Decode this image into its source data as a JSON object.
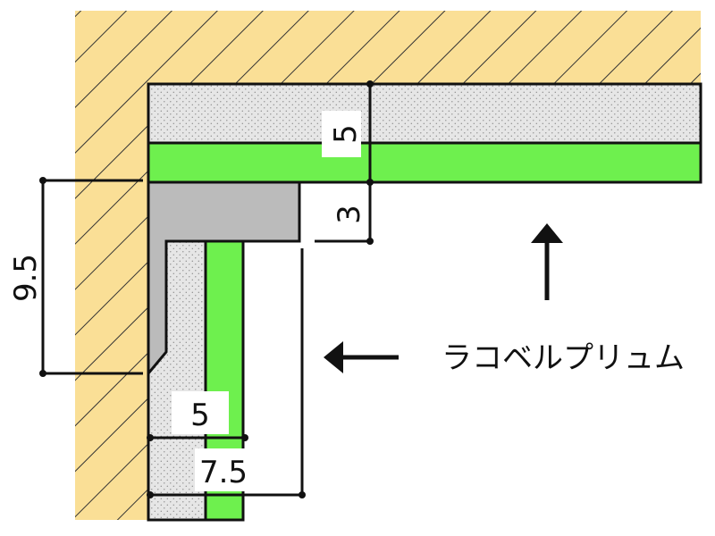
{
  "product_label": "ラコベルプリュム",
  "dimensions": {
    "top_panel_thickness": "5",
    "gap_top": "3",
    "left_height": "9.5",
    "side_panel_thickness": "5",
    "side_offset": "7.5"
  },
  "colors": {
    "wall_fill": "#fadf96",
    "panel_fill": "#e6e6e6",
    "green_layer": "#6ef04e",
    "trim_fill": "#bbbbbb",
    "stroke": "#111111"
  }
}
